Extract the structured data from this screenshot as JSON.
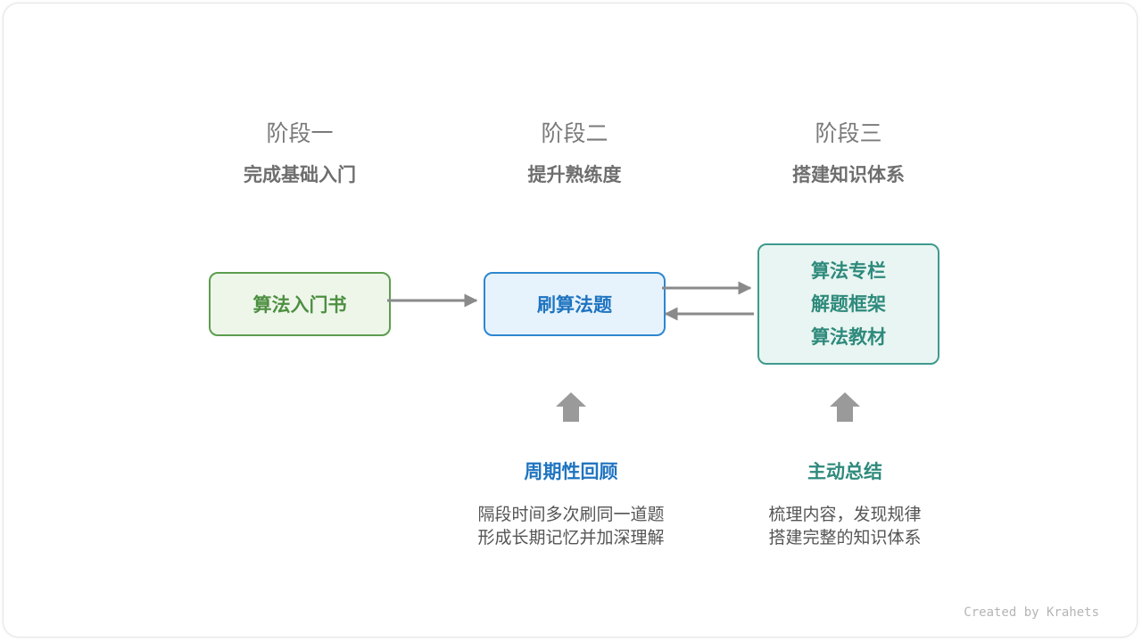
{
  "stages": [
    {
      "title": "阶段一",
      "subtitle": "完成基础入门"
    },
    {
      "title": "阶段二",
      "subtitle": "提升熟练度"
    },
    {
      "title": "阶段三",
      "subtitle": "搭建知识体系"
    }
  ],
  "boxes": {
    "box1": {
      "label": "算法入门书"
    },
    "box2": {
      "label": "刷算法题"
    },
    "box3": {
      "lines": [
        "算法专栏",
        "解题框架",
        "算法教材"
      ]
    }
  },
  "notes": [
    {
      "title": "周期性回顾",
      "lines": [
        "隔段时间多次刷同一道题",
        "形成长期记忆并加深理解"
      ]
    },
    {
      "title": "主动总结",
      "lines": [
        "梳理内容，发现规律",
        "搭建完整的知识体系"
      ]
    }
  ],
  "credit": "Created by Krahets",
  "colors": {
    "green": "#5c9e4f",
    "blue": "#2f86cf",
    "teal": "#3e9a8c",
    "arrow": "#8a8a8a",
    "stage_title": "#7a7a7a"
  }
}
